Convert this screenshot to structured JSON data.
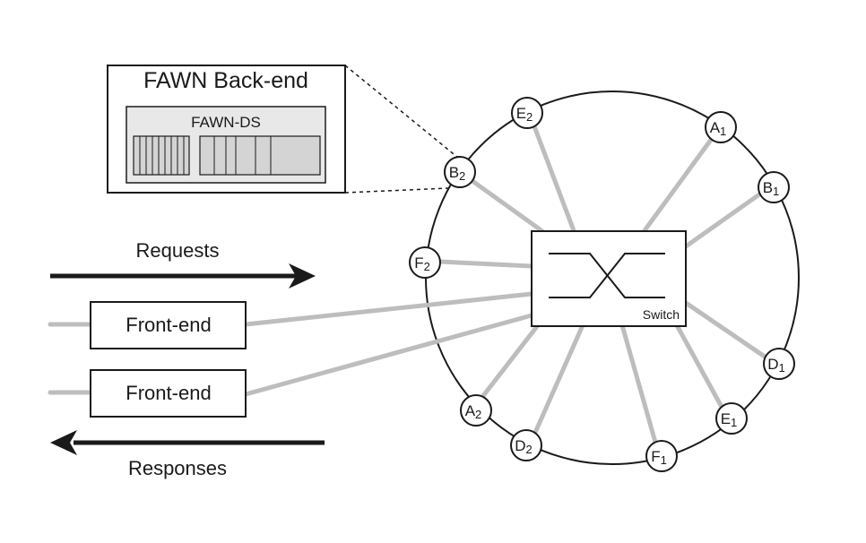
{
  "backend": {
    "title": "FAWN Back-end",
    "datastore_label": "FAWN-DS"
  },
  "requests_label": "Requests",
  "responses_label": "Responses",
  "frontends": [
    {
      "label": "Front-end"
    },
    {
      "label": "Front-end"
    }
  ],
  "switch_label": "Switch",
  "ring_nodes": [
    {
      "letter": "E",
      "sub": "2"
    },
    {
      "letter": "A",
      "sub": "1"
    },
    {
      "letter": "B",
      "sub": "1"
    },
    {
      "letter": "D",
      "sub": "1"
    },
    {
      "letter": "E",
      "sub": "1"
    },
    {
      "letter": "F",
      "sub": "1"
    },
    {
      "letter": "D",
      "sub": "2"
    },
    {
      "letter": "A",
      "sub": "2"
    },
    {
      "letter": "F",
      "sub": "2"
    },
    {
      "letter": "B",
      "sub": "2"
    }
  ],
  "colors": {
    "link": "#bdbdbd",
    "outline": "#1a1a1a",
    "arrow": "#1a1a1a",
    "datastore_fill": "#e8e8e8",
    "log_fill": "#d4d4d4"
  }
}
